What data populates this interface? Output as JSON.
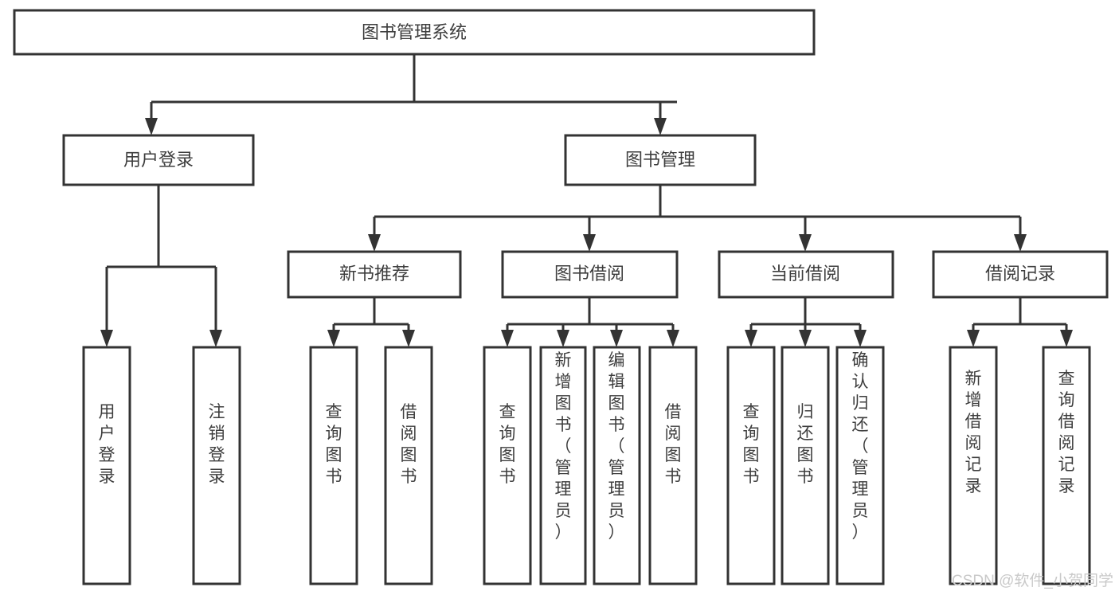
{
  "diagram": {
    "title": "图书管理系统",
    "type": "tree",
    "orientation": "top-down",
    "colors": {
      "box_stroke": "#333333",
      "box_fill": "#ffffff",
      "text": "#3d3d3d",
      "connector": "#333333",
      "watermark": "#c9c9c9",
      "background": "#ffffff"
    },
    "root": {
      "id": "root",
      "label": "图书管理系统"
    },
    "level2": [
      {
        "id": "user-login",
        "label": "用户登录"
      },
      {
        "id": "book-manage",
        "label": "图书管理"
      }
    ],
    "level3": [
      {
        "id": "new-book-recommend",
        "label": "新书推荐",
        "parent": "book-manage"
      },
      {
        "id": "book-borrow",
        "label": "图书借阅",
        "parent": "book-manage"
      },
      {
        "id": "current-borrow",
        "label": "当前借阅",
        "parent": "book-manage"
      },
      {
        "id": "borrow-record",
        "label": "借阅记录",
        "parent": "book-manage"
      }
    ],
    "leaves": [
      {
        "id": "leaf-user-login",
        "label": "用户登录",
        "parent": "user-login"
      },
      {
        "id": "leaf-user-logout",
        "label": "注销登录",
        "parent": "user-login"
      },
      {
        "id": "leaf-query-book-1",
        "label": "查询图书",
        "parent": "new-book-recommend"
      },
      {
        "id": "leaf-borrow-book-1",
        "label": "借阅图书",
        "parent": "new-book-recommend"
      },
      {
        "id": "leaf-query-book-2",
        "label": "查询图书",
        "parent": "book-borrow"
      },
      {
        "id": "leaf-add-book",
        "label": "新增图书（管理员）",
        "parent": "book-borrow"
      },
      {
        "id": "leaf-edit-book",
        "label": "编辑图书（管理员）",
        "parent": "book-borrow"
      },
      {
        "id": "leaf-borrow-book-2",
        "label": "借阅图书",
        "parent": "book-borrow"
      },
      {
        "id": "leaf-query-book-3",
        "label": "查询图书",
        "parent": "current-borrow"
      },
      {
        "id": "leaf-return-book",
        "label": "归还图书",
        "parent": "current-borrow"
      },
      {
        "id": "leaf-confirm-return",
        "label": "确认归还（管理员）",
        "parent": "current-borrow"
      },
      {
        "id": "leaf-add-record",
        "label": "新增借阅记录",
        "parent": "borrow-record"
      },
      {
        "id": "leaf-query-record",
        "label": "查询借阅记录",
        "parent": "borrow-record"
      }
    ],
    "watermark": "CSDN @软件_小贺同学"
  }
}
